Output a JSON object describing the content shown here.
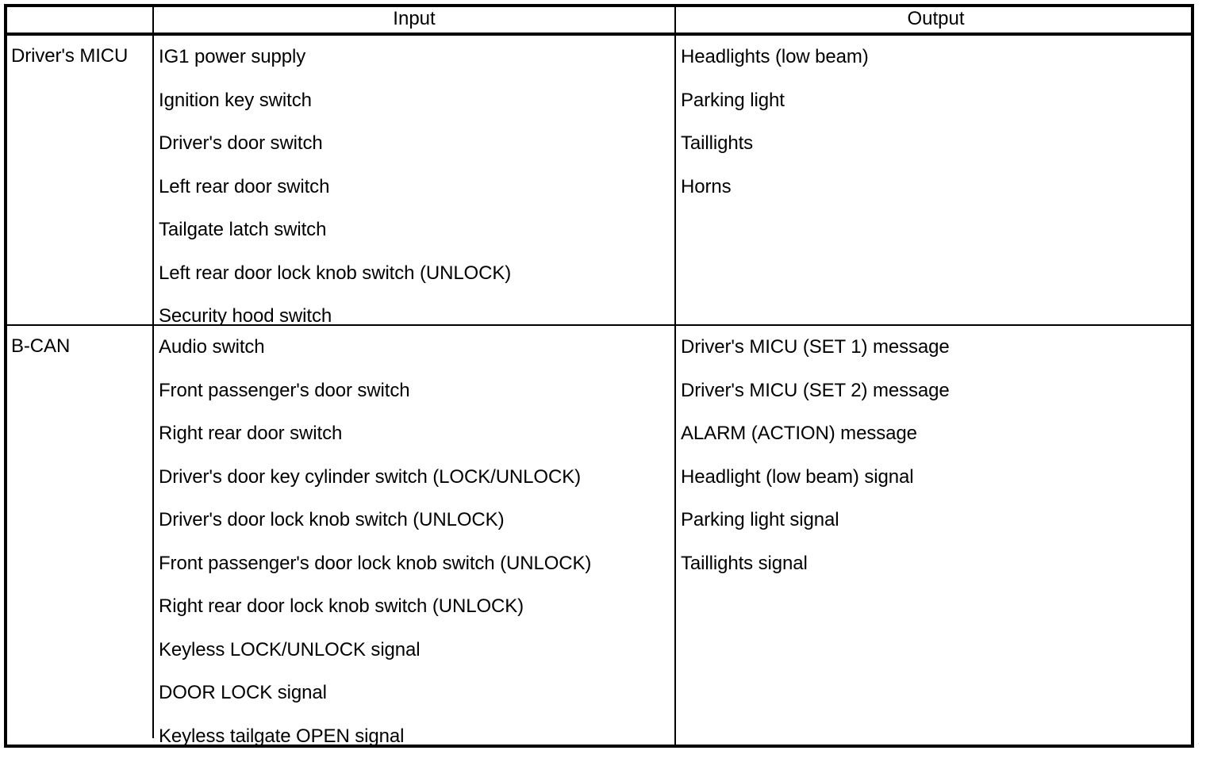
{
  "table": {
    "columns": {
      "system_label": "",
      "input_header": "Input",
      "output_header": "Output"
    },
    "sections": [
      {
        "label": "Driver's MICU",
        "inputs": [
          "IG1 power supply",
          "Ignition key switch",
          "Driver's door switch",
          "Left rear door switch",
          "Tailgate latch switch",
          "Left rear door lock knob switch (UNLOCK)",
          "Security hood switch"
        ],
        "outputs": [
          "Headlights (low beam)",
          "Parking light",
          "Taillights",
          "Horns"
        ]
      },
      {
        "label": "B-CAN",
        "inputs": [
          "Audio switch",
          "Front passenger's door switch",
          "Right rear door switch",
          "Driver's door key cylinder switch (LOCK/UNLOCK)",
          "Driver's door lock knob switch (UNLOCK)",
          "Front passenger's door lock knob switch (UNLOCK)",
          "Right rear door lock knob switch (UNLOCK)",
          "Keyless LOCK/UNLOCK signal",
          "DOOR LOCK signal",
          "Keyless tailgate OPEN signal"
        ],
        "outputs": [
          "Driver's MICU (SET 1) message",
          "Driver's MICU (SET 2) message",
          "ALARM (ACTION) message",
          "Headlight (low beam) signal",
          "Parking light signal",
          "Taillights signal"
        ]
      }
    ]
  },
  "colors": {
    "border": "#000000",
    "text": "#000000",
    "background": "#ffffff"
  }
}
